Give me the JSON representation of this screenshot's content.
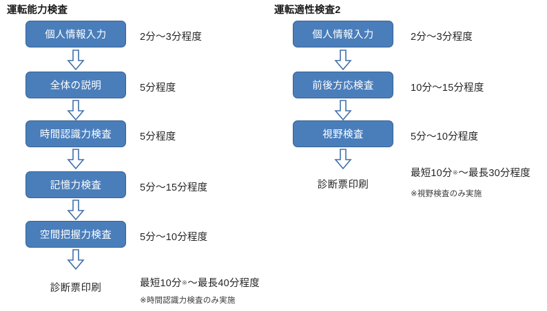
{
  "theme": {
    "box_fill": "#4a7ebb",
    "box_border": "#37608f",
    "box_text": "#ffffff",
    "arrow_stroke": "#3f6fa8",
    "arrow_fill": "#ffffff",
    "page_text": "#262626",
    "background": "#ffffff"
  },
  "columns": [
    {
      "id": "driving-ability-test",
      "title": "運転能力検査",
      "steps": [
        {
          "label": "個人情報入力",
          "duration": "2分～3分程度"
        },
        {
          "label": "全体の説明",
          "duration": "5分程度"
        },
        {
          "label": "時間認識力検査",
          "duration": "5分程度"
        },
        {
          "label": "記憶力検査",
          "duration": "5分～15分程度"
        },
        {
          "label": "空間把握力検査",
          "duration": "5分～10分程度"
        }
      ],
      "terminal": "診断票印刷",
      "summary": {
        "total_prefix": "最短10分",
        "total_mark": "※",
        "total_suffix": "～最長40分程度",
        "note": "※時間認識力検査のみ実施"
      }
    },
    {
      "id": "driving-aptitude-test-2",
      "title": "運転適性検査2",
      "steps": [
        {
          "label": "個人情報入力",
          "duration": "2分～3分程度"
        },
        {
          "label": "前後方応検査",
          "duration": "10分～15分程度"
        },
        {
          "label": "視野検査",
          "duration": "5分～10分程度"
        }
      ],
      "terminal": "診断票印刷",
      "summary": {
        "total_prefix": "最短10分",
        "total_mark": "※",
        "total_suffix": "～最長30分程度",
        "note": "※視野検査のみ実施"
      }
    }
  ]
}
